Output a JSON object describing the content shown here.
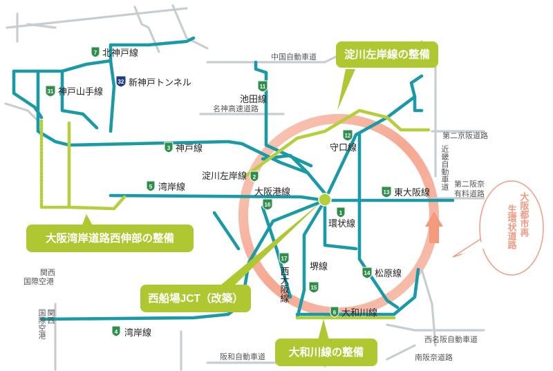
{
  "colors": {
    "network": "#1a9aa6",
    "improvement": "#b5cf3c",
    "general_road": "#c8cdd2",
    "ring": "#f4a896",
    "callout_fill": "#afc832",
    "badge_green": "#2f8f4a",
    "badge_blue": "#1f3c8c"
  },
  "routes": [
    {
      "id": "7",
      "name": "北神戸線"
    },
    {
      "id": "32",
      "name": "新神戸トンネル"
    },
    {
      "id": "31",
      "name": "神戸山手線"
    },
    {
      "id": "3",
      "name": "神戸線"
    },
    {
      "id": "5",
      "name": "湾岸線"
    },
    {
      "id": "11",
      "name": "池田線"
    },
    {
      "id": "12",
      "name": "守口線"
    },
    {
      "id": "2",
      "name": "淀川左岸線"
    },
    {
      "id": "16",
      "name": "大阪港線"
    },
    {
      "id": "1",
      "name": "環状線"
    },
    {
      "id": "13",
      "name": "東大阪線"
    },
    {
      "id": "17",
      "name": "西大阪線"
    },
    {
      "id": "15",
      "name": "堺線"
    },
    {
      "id": "14",
      "name": "松原線"
    },
    {
      "id": "6",
      "name": "大和川線"
    },
    {
      "id": "4",
      "name": "湾岸線"
    }
  ],
  "general_roads": {
    "chugoku": "中国自動車道",
    "meishin": "名神高速道路",
    "daini_keihan": "第二京阪道路",
    "kinki": "近畿自動車道",
    "daini_hanna": "第二阪奈有料道路",
    "nishimeihan": "西名阪自動車道",
    "hanwa": "阪和自動車道",
    "minami_hanna": "南阪奈道路"
  },
  "places": {
    "kix_top": "関西国際空港",
    "kix_side": "関西国際空港"
  },
  "callouts": {
    "yodogawa": "淀川左岸線の整備",
    "wangan_west": "大阪湾岸道路西伸部の整備",
    "nishifunaba": "西船場JCT（改築）",
    "yamatogawa": "大和川線の整備"
  },
  "ring_label": "大阪都市再生環状道路"
}
